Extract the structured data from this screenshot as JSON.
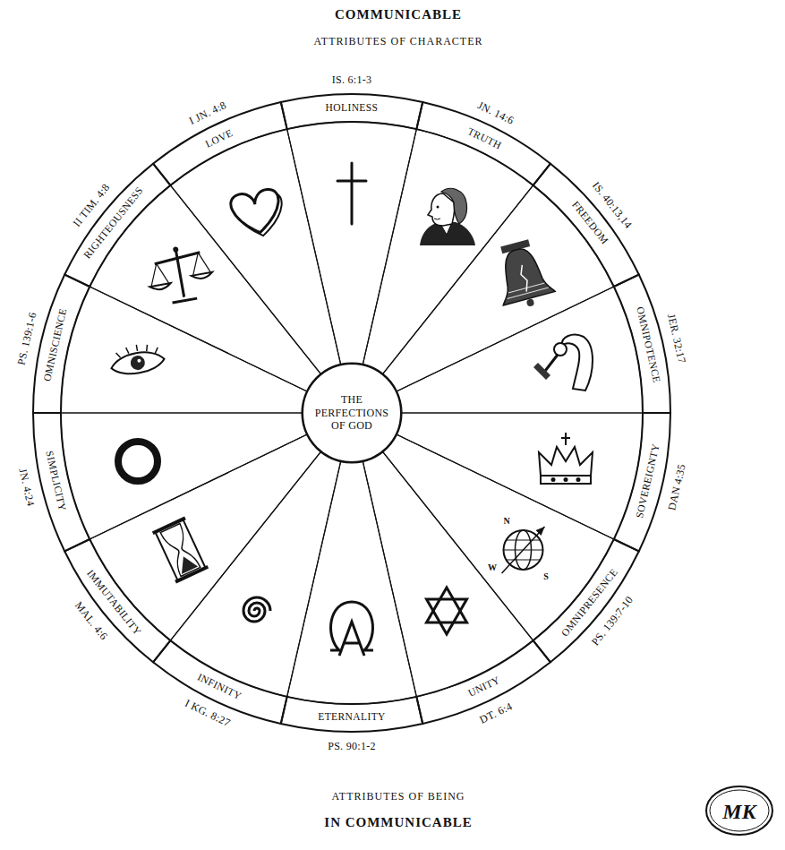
{
  "diagram": {
    "nodes": [
      {
        "text": [
          "THE PERFECTIONS OF GOD"
        ]
      },
      {
        "text": [
          "HOLINESS",
          "IS. 6:1-3"
        ]
      },
      {
        "text": [
          "TRUTH",
          "JN. 14:6"
        ]
      },
      {
        "text": [
          "FREEDOM",
          "IS. 40:13,14"
        ]
      },
      {
        "text": [
          "OMNIPOTENCE",
          "JER. 32:17"
        ]
      },
      {
        "text": [
          "SOVEREIGNTY",
          "DAN 4:35"
        ]
      },
      {
        "text": [
          "OMNIPRESENCE",
          "PS. 139:7-10"
        ]
      },
      {
        "text": [
          "UNITY",
          "DT. 6:4"
        ]
      },
      {
        "text": [
          "ETERNALITY",
          "PS. 90:1-2"
        ]
      },
      {
        "text": [
          "INFINITY",
          "I KG. 8:27"
        ]
      },
      {
        "text": [
          "IMMUTABILITY",
          "MAL. 4:6"
        ]
      },
      {
        "text": [
          "SIMPLICITY",
          "JN. 4:24"
        ]
      },
      {
        "text": [
          "OMNISCIENCE",
          "PS. 139:1-6"
        ]
      },
      {
        "text": [
          "RIGHTEOUSNESS",
          "II TIM. 4:8"
        ]
      },
      {
        "text": [
          "LOVE",
          "I JN. 4:8"
        ]
      }
    ],
    "labels": [
      "COMMUNICABLE",
      "ATTRIBUTES OF CHARACTER",
      "N",
      "S",
      "W",
      "ATTRIBUTES OF BEING",
      "IN COMMUNICABLE",
      "MK"
    ]
  }
}
